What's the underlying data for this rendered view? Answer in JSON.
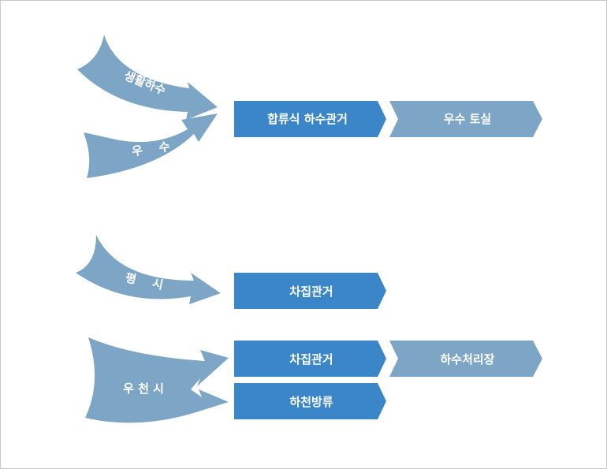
{
  "colors": {
    "arrow_light": "#7da6c6",
    "box_dark": "#3a86c8",
    "box_light": "#7da6c6",
    "text": "#ffffff",
    "border": "#c8c8c8"
  },
  "sources": {
    "domestic_sewage": "생활하수",
    "rainwater": "우    수",
    "dry_weather": "평    시",
    "rainy_weather": "우 천 시"
  },
  "boxes": {
    "combined_sewer": "합류식 하수관거",
    "rain_overflow": "우수 토실",
    "interceptor_dry": "차집관거",
    "interceptor_rain": "차집관거",
    "treatment_plant": "하수처리장",
    "river_discharge": "하천방류"
  }
}
